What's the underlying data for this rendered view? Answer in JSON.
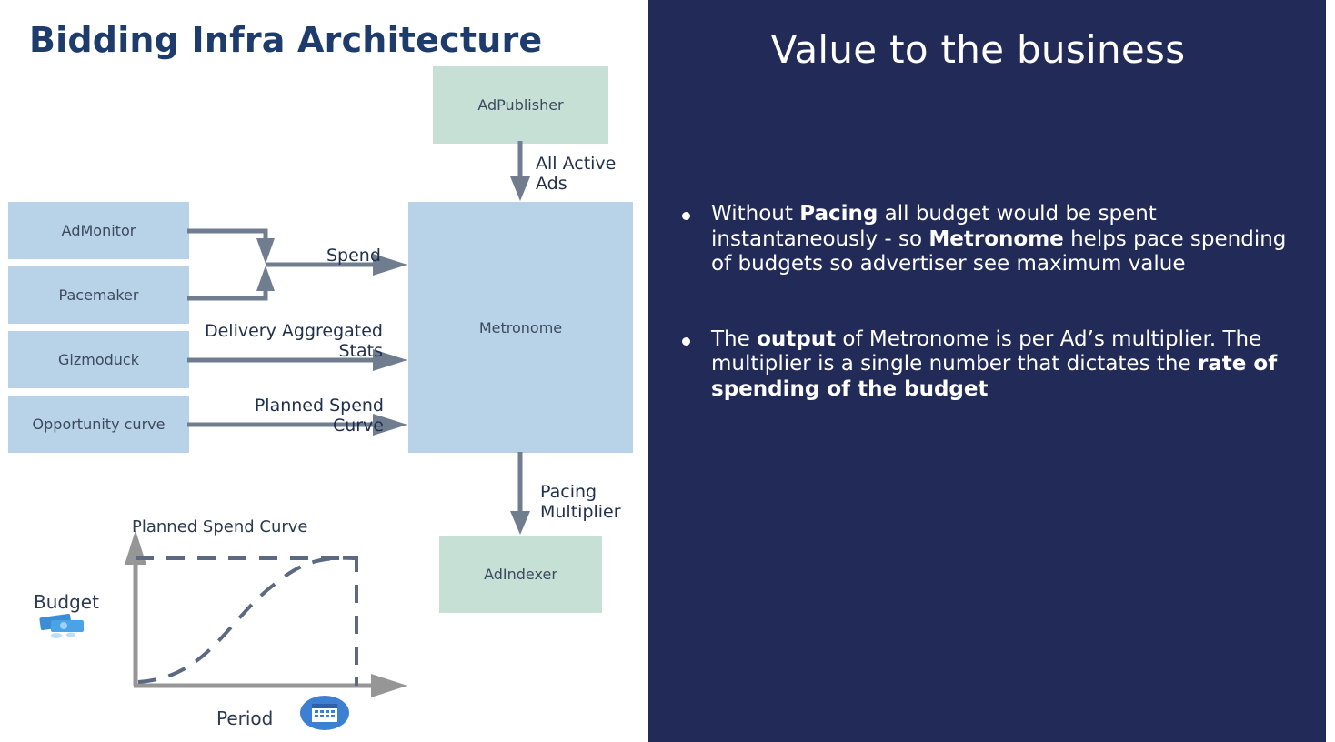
{
  "left": {
    "title": "Bidding Infra Architecture",
    "boxes": {
      "adpublisher": "AdPublisher",
      "admonitor": "AdMonitor",
      "pacemaker": "Pacemaker",
      "gizmoduck": "Gizmoduck",
      "opportunity": "Opportunity curve",
      "metronome": "Metronome",
      "adindexer": "AdIndexer"
    },
    "edges": {
      "all_active_ads_1": "All Active",
      "all_active_ads_2": "Ads",
      "spend": "Spend",
      "delivery_1": "Delivery Aggregated",
      "delivery_2": "Stats",
      "planned_1": "Planned Spend",
      "planned_2": "Curve",
      "pacing_1": "Pacing",
      "pacing_2": "Multiplier"
    },
    "mini_chart": {
      "title": "Planned Spend Curve",
      "y_label": "Budget",
      "x_label": "Period",
      "y_icon": "money-icon",
      "x_icon": "calendar-icon"
    }
  },
  "right": {
    "title": "Value to the business",
    "bullet1": {
      "t1": "Without ",
      "b1": "Pacing",
      "t2": " all budget would be spent instantaneously - so ",
      "b2": "Metronome",
      "t3": " helps pace spending of budgets so advertiser see maximum value"
    },
    "bullet2": {
      "t1": "The ",
      "b1": "output",
      "t2": " of Metronome is per Ad’s multiplier. The multiplier is a single number that dictates the ",
      "b2": "rate of spending of the budget"
    }
  },
  "colors": {
    "title": "#1d3b6b",
    "right_panel": "#222b58",
    "box_blue": "#b8d2e8",
    "box_green": "#c6e0d6",
    "arrow": "#6f7d8f",
    "chart_line": "#969696",
    "dashed": "#5b6a80"
  }
}
